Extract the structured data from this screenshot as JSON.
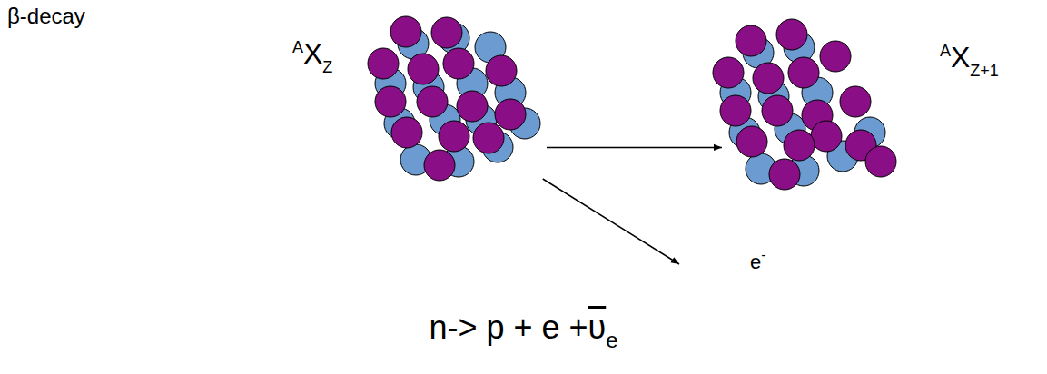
{
  "diagram": {
    "nodes": [
      {
        "text": [
          "A",
          "X",
          "Z"
        ]
      },
      {
        "text": [
          "A",
          "X",
          "Z+1"
        ]
      },
      {
        "text": [
          "e",
          "-"
        ]
      }
    ],
    "edges": [
      {
        "from": 0,
        "to": 1,
        "arrow": "to"
      },
      {
        "from": 0,
        "to": 2,
        "arrow": "to"
      }
    ],
    "labels": [
      "β-decay",
      "n-> p + e +",
      "υ",
      "e"
    ]
  }
}
